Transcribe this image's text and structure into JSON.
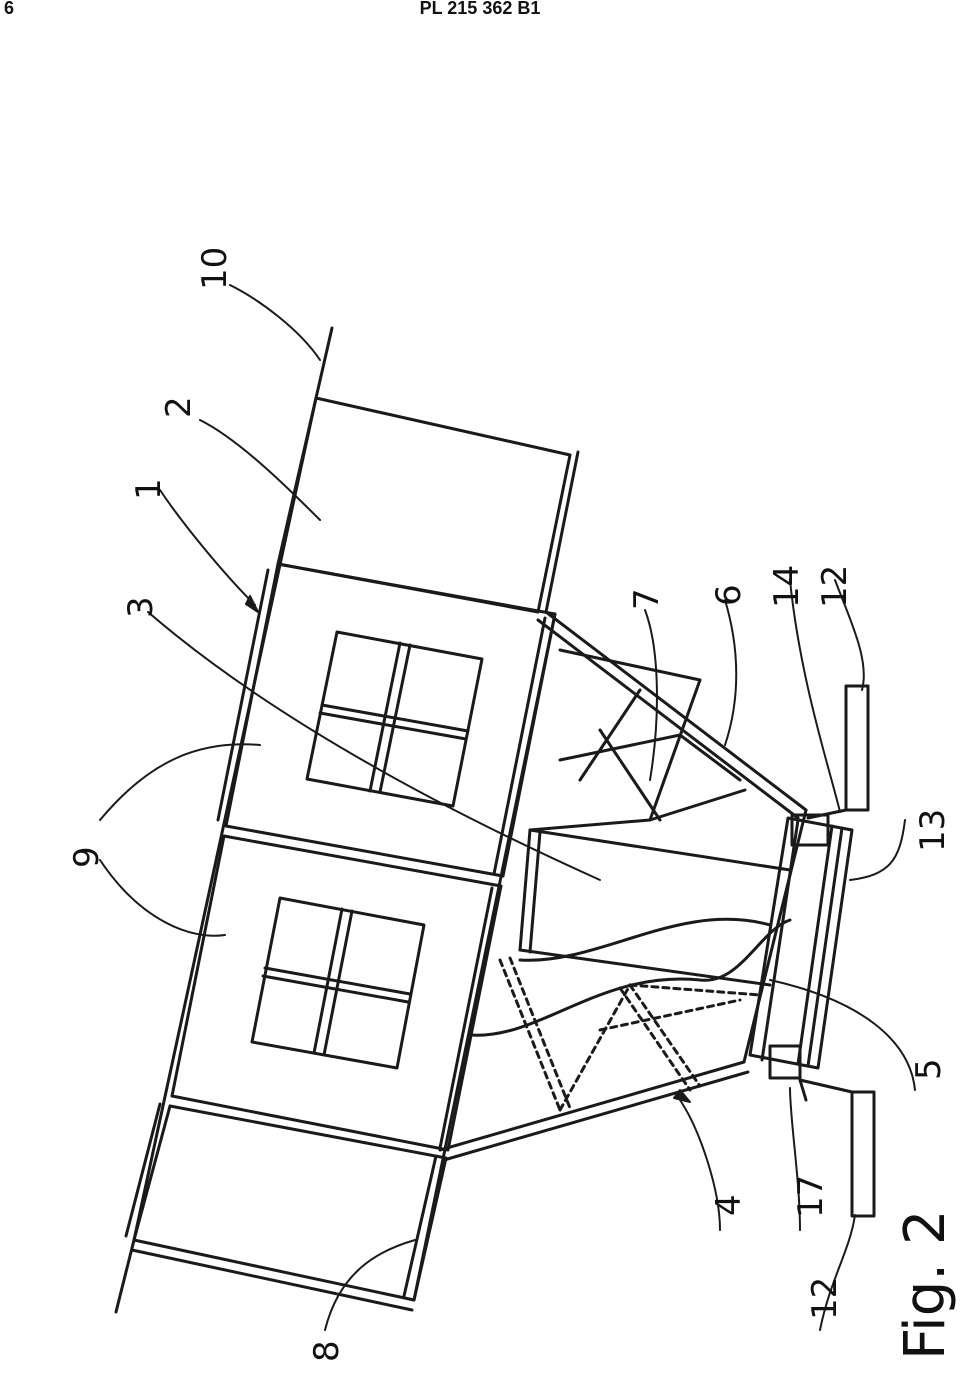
{
  "header": {
    "page_number": "6",
    "document_id": "PL 215 362 B1"
  },
  "figure": {
    "caption": "Fig. 2",
    "reference_numerals": {
      "n1": "1",
      "n2": "2",
      "n3": "3",
      "n4": "4",
      "n5": "5",
      "n6": "6",
      "n7": "7",
      "n8": "8",
      "n9": "9",
      "n10": "10",
      "n12a": "12",
      "n12b": "12",
      "n13": "13",
      "n14": "14",
      "n17": "17"
    }
  }
}
